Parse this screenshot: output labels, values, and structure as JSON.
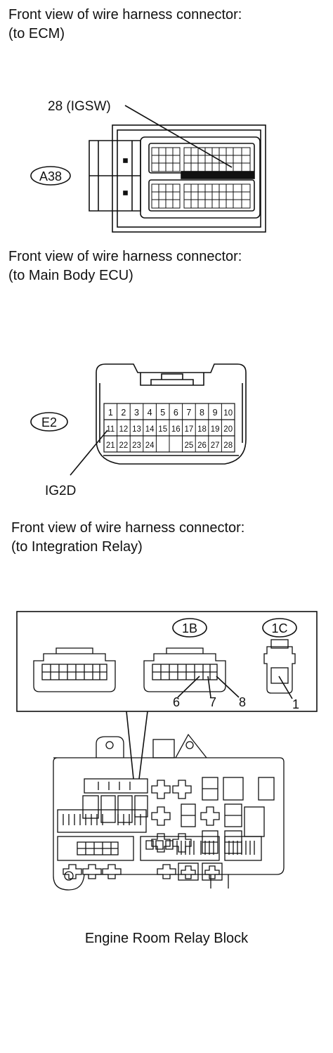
{
  "sections": {
    "ecm": {
      "caption_line1": "Front view of wire harness connector:",
      "caption_line2": "(to ECM)",
      "connector_code": "A38",
      "pin_label": "28 (IGSW)"
    },
    "main_body": {
      "caption_line1": "Front view of wire harness connector:",
      "caption_line2": "(to Main Body ECU)",
      "connector_code": "E2",
      "pin_label": "IG2D",
      "pins_row1": [
        "1",
        "2",
        "3",
        "4",
        "5",
        "6",
        "7",
        "8",
        "9",
        "10"
      ],
      "pins_row2": [
        "11",
        "12",
        "13",
        "14",
        "15",
        "16",
        "17",
        "18",
        "19",
        "20"
      ],
      "pins_row3": [
        "21",
        "22",
        "23",
        "24",
        "",
        "",
        "25",
        "26",
        "27",
        "28"
      ]
    },
    "integration_relay": {
      "caption_line1": "Front view of wire harness connector:",
      "caption_line2": "(to Integration Relay)",
      "connector_1b": "1B",
      "connector_1c": "1C",
      "pin_6": "6",
      "pin_7": "7",
      "pin_8": "8",
      "pin_1": "1",
      "block_label": "Engine Room Relay Block"
    }
  }
}
